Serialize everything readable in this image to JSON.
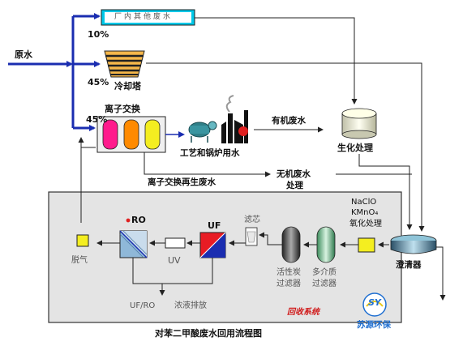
{
  "diagram": {
    "source_water": "原水",
    "other_wastewater": "厂内其他废水",
    "pct_10": "10%",
    "pct_45a": "45%",
    "pct_45b": "45%",
    "cooling_tower": "冷却塔",
    "ion_exchange": "离子交换",
    "process_boiler_water": "工艺和锅炉用水",
    "organic_wastewater": "有机废水",
    "biochem_treatment": "生化处理",
    "ion_regen_wastewater": "离子交换再生废水",
    "inorganic_wastewater_line1": "无机废水",
    "inorganic_wastewater_line2": "处理",
    "naclo": "NaClO",
    "kmno4": "KMnO₄",
    "oxidation": "氧化处理",
    "clarifier": "澄清器",
    "ro": "RO",
    "uf": "UF",
    "filter_cartridge": "滤芯",
    "uv": "UV",
    "degas": "脱气",
    "activated_carbon_line1": "活性炭",
    "activated_carbon_line2": "过滤器",
    "multimedia_line1": "多介质",
    "multimedia_line2": "过滤器",
    "uf_ro": "UF/RO",
    "concentrate_discharge": "浓液排放",
    "recovery_system": "回收系统",
    "caption": "对苯二甲酸废水回用流程图",
    "logo_text": "SY",
    "brand": "苏源环保",
    "colors": {
      "flow_blue": "#1a2db0",
      "panel_gray": "#e4e4e4",
      "cyan_box": "#00c8e8",
      "resin_pink": "#ff1a8c",
      "resin_orange": "#ff8a00",
      "resin_yellow": "#f4ee20",
      "brand_blue": "#1f6fd1"
    }
  }
}
